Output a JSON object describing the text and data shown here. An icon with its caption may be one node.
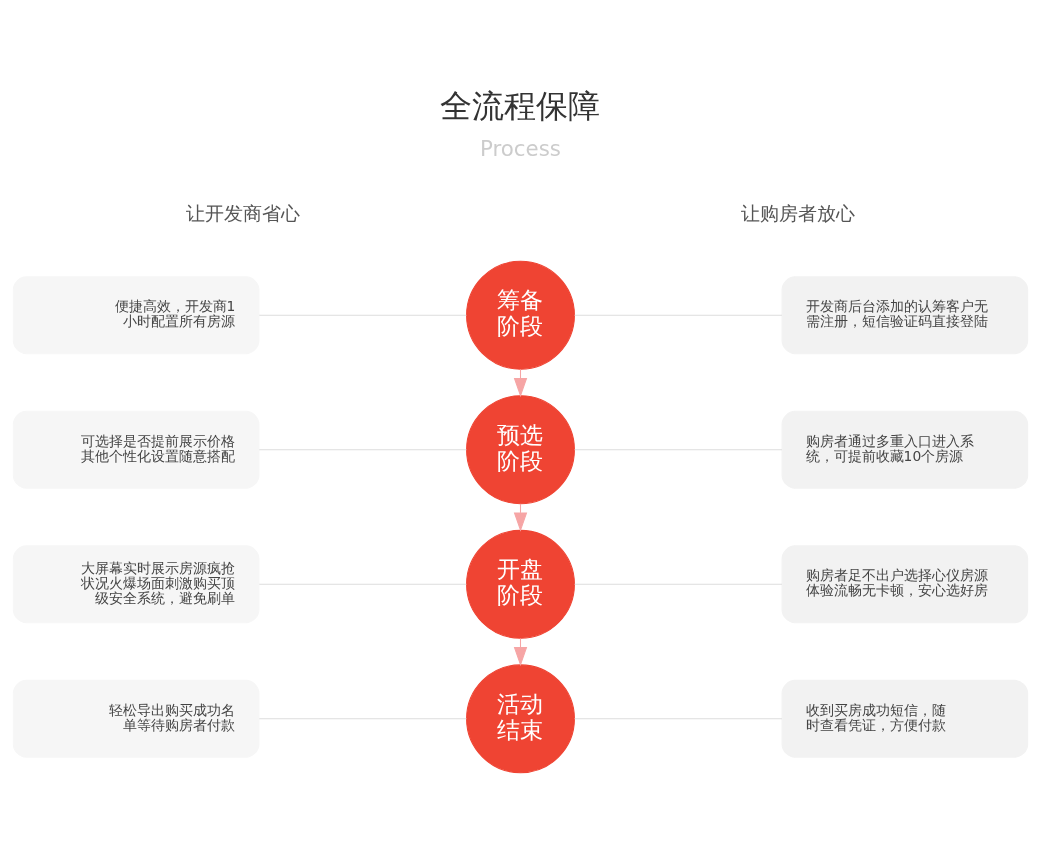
{
  "diagram": {
    "title": "全流程保障",
    "nodes": [
      {
        "text": [
          "便捷高效，开发商1小时配置所有房源"
        ]
      },
      {
        "text": [
          "筹备阶段"
        ]
      },
      {
        "text": [
          "开发商后台添加的认筹客户无需注册，短信验证码直接登陆"
        ]
      },
      {
        "text": [
          "可选择是否提前展示价格其他个性化设置随意搭配"
        ]
      },
      {
        "text": [
          "预选阶段"
        ]
      },
      {
        "text": [
          "购房者通过多重入口进入系统，可提前收藏10个房源"
        ]
      },
      {
        "text": [
          "大屏幕实时展示房源疯抢状况火爆场面刺激购买顶级安全系统，避免刷单"
        ]
      },
      {
        "text": [
          "开盘阶段"
        ]
      },
      {
        "text": [
          "购房者足不出户选择心仪房源体验流畅无卡顿，安心选好房"
        ]
      },
      {
        "text": [
          "轻松导出购买成功名单等待购房者付款"
        ]
      },
      {
        "text": [
          "活动结束"
        ]
      },
      {
        "text": [
          "收到买房成功短信，随时查看凭证，方便付款"
        ]
      }
    ],
    "edges": [
      {
        "from": 0,
        "to": 1,
        "arrow": "none"
      },
      {
        "from": 1,
        "to": 2,
        "arrow": "none"
      },
      {
        "from": 1,
        "to": 4,
        "arrow": "to",
        "color": "#f6a5a5"
      },
      {
        "from": 3,
        "to": 4,
        "arrow": "none"
      },
      {
        "from": 4,
        "to": 5,
        "arrow": "none"
      },
      {
        "from": 4,
        "to": 7,
        "arrow": "to",
        "color": "#f6a5a5"
      },
      {
        "from": 6,
        "to": 7,
        "arrow": "none"
      },
      {
        "from": 7,
        "to": 8,
        "arrow": "none"
      },
      {
        "from": 7,
        "to": 10,
        "arrow": "to",
        "color": "#f6a5a5"
      },
      {
        "from": 9,
        "to": 10,
        "arrow": "none"
      },
      {
        "from": 10,
        "to": 11,
        "arrow": "none"
      }
    ],
    "labels": [
      "Process",
      "让开发商省心",
      "让购房者放心"
    ]
  }
}
